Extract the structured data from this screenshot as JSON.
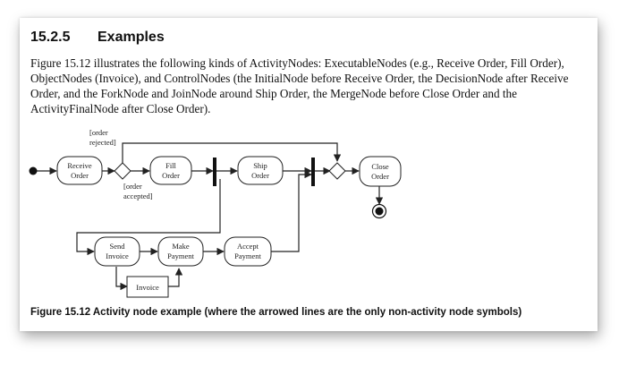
{
  "section": {
    "number": "15.2.5",
    "title": "Examples"
  },
  "paragraph": "Figure 15.12 illustrates the following kinds of ActivityNodes: ExecutableNodes (e.g., Receive Order, Fill Order), ObjectNodes (Invoice), and ControlNodes (the InitialNode before Receive Order, the DecisionNode after Receive Order, and the ForkNode and JoinNode around Ship Order, the MergeNode before Close Order and the ActivityFinalNode after Close Order).",
  "diagram": {
    "nodes": {
      "receive_order": [
        "Receive",
        "Order"
      ],
      "fill_order": [
        "Fill",
        "Order"
      ],
      "ship_order": [
        "Ship",
        "Order"
      ],
      "close_order": [
        "Close",
        "Order"
      ],
      "send_invoice": [
        "Send",
        "Invoice"
      ],
      "make_payment": [
        "Make",
        "Payment"
      ],
      "accept_payment": [
        "Accept",
        "Payment"
      ],
      "invoice": "Invoice"
    },
    "guards": {
      "rejected": [
        "[order",
        "rejected]"
      ],
      "accepted": [
        "[order",
        "accepted]"
      ]
    }
  },
  "caption": "Figure 15.12  Activity node example (where the arrowed lines are the only non-activity node symbols)"
}
